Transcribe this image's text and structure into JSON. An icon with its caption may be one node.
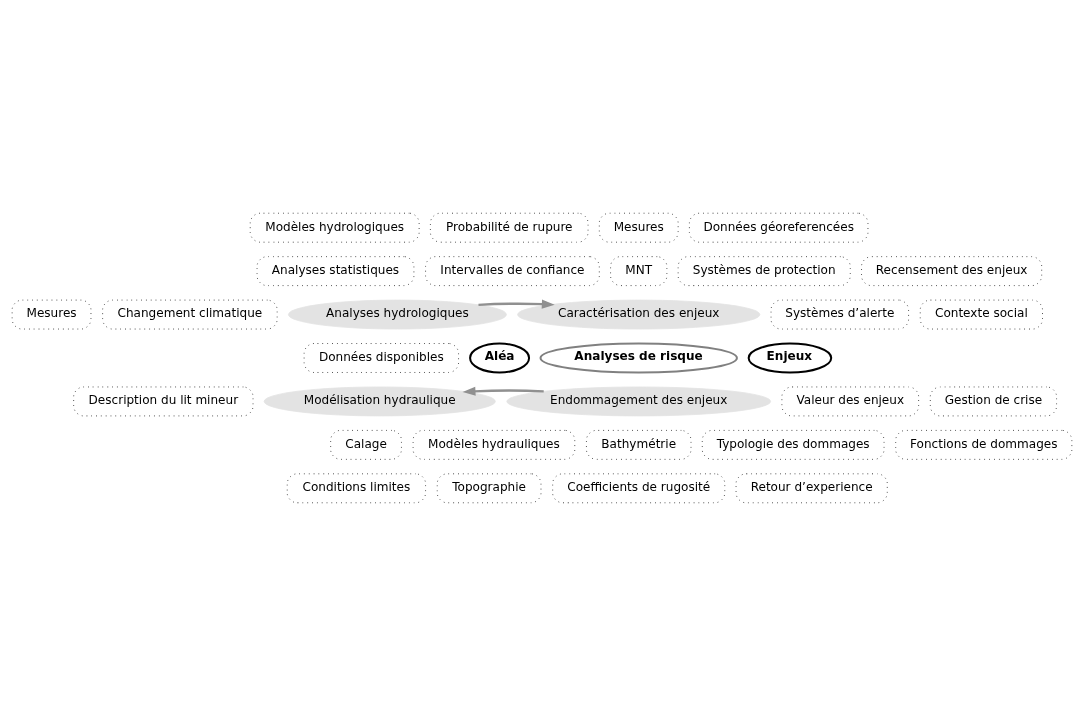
{
  "diagram": {
    "nodes": [
      {
        "text": [
          "Probabilité de rupure"
        ]
      },
      {
        "text": [
          "Modèles hydrologiques"
        ]
      },
      {
        "text": [
          "Mesures"
        ]
      },
      {
        "text": [
          "Données géoreferencées"
        ]
      },
      {
        "text": [
          "Analyses statistiques"
        ]
      },
      {
        "text": [
          "Intervalles de confiance"
        ]
      },
      {
        "text": [
          "MNT"
        ]
      },
      {
        "text": [
          "Recensement des enjeux"
        ]
      },
      {
        "text": [
          "Systèmes de protection"
        ]
      },
      {
        "text": [
          "Mesures"
        ]
      },
      {
        "text": [
          "Changement climatique"
        ]
      },
      {
        "text": [
          "Analyses hydrologiques"
        ]
      },
      {
        "text": [
          "Caractérisation des enjeux"
        ]
      },
      {
        "text": [
          "Systèmes d’alerte"
        ]
      },
      {
        "text": [
          "Contexte social"
        ]
      },
      {
        "text": [
          "Données disponibles"
        ]
      },
      {
        "text": [
          "Aléa"
        ]
      },
      {
        "text": [
          "Analyses de risque"
        ]
      },
      {
        "text": [
          "Enjeux"
        ]
      },
      {
        "text": [
          "Description du lit mineur"
        ]
      },
      {
        "text": [
          "Valeur des enjeux"
        ]
      },
      {
        "text": [
          "Modélisation hydraulique"
        ]
      },
      {
        "text": [
          "Endommagement des enjeux"
        ]
      },
      {
        "text": [
          "Gestion de crise"
        ]
      },
      {
        "text": [
          "Calage"
        ]
      },
      {
        "text": [
          "Modèles hydrauliques"
        ]
      },
      {
        "text": [
          "Fonctions de dommages"
        ]
      },
      {
        "text": [
          "Bathymétrie"
        ]
      },
      {
        "text": [
          "Typologie des dommages"
        ]
      },
      {
        "text": [
          "Conditions limites"
        ]
      },
      {
        "text": [
          "Topographie"
        ]
      },
      {
        "text": [
          "Coefficients de rugosité"
        ]
      },
      {
        "text": [
          "Retour d’experience"
        ]
      }
    ],
    "edges": [
      {
        "from": 11,
        "to": 12,
        "arrow": "to"
      },
      {
        "from": 22,
        "to": 21,
        "arrow": "to"
      }
    ]
  }
}
